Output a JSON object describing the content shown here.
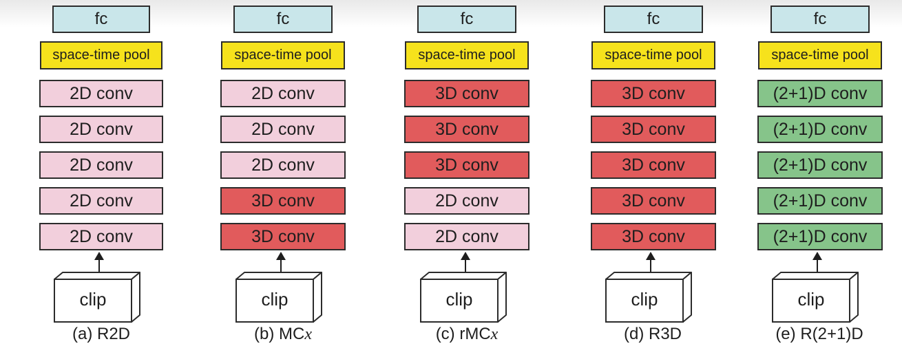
{
  "columns": [
    {
      "fc": "fc",
      "pool": "space-time pool",
      "layers": [
        {
          "label": "2D conv",
          "kind": "2d"
        },
        {
          "label": "2D conv",
          "kind": "2d"
        },
        {
          "label": "2D conv",
          "kind": "2d"
        },
        {
          "label": "2D conv",
          "kind": "2d"
        },
        {
          "label": "2D conv",
          "kind": "2d"
        }
      ],
      "clip": "clip",
      "caption": "(a) R2D",
      "caption_prefix": "(a) R2D",
      "caption_var": ""
    },
    {
      "fc": "fc",
      "pool": "space-time pool",
      "layers": [
        {
          "label": "2D conv",
          "kind": "2d"
        },
        {
          "label": "2D conv",
          "kind": "2d"
        },
        {
          "label": "2D conv",
          "kind": "2d"
        },
        {
          "label": "3D conv",
          "kind": "3d"
        },
        {
          "label": "3D conv",
          "kind": "3d"
        }
      ],
      "clip": "clip",
      "caption": "(b) MCx",
      "caption_prefix": "(b) MC",
      "caption_var": "x"
    },
    {
      "fc": "fc",
      "pool": "space-time pool",
      "layers": [
        {
          "label": "3D conv",
          "kind": "3d"
        },
        {
          "label": "3D conv",
          "kind": "3d"
        },
        {
          "label": "3D conv",
          "kind": "3d"
        },
        {
          "label": "2D conv",
          "kind": "2d"
        },
        {
          "label": "2D conv",
          "kind": "2d"
        }
      ],
      "clip": "clip",
      "caption": "(c) rMCx",
      "caption_prefix": "(c) rMC",
      "caption_var": "x"
    },
    {
      "fc": "fc",
      "pool": "space-time pool",
      "layers": [
        {
          "label": "3D conv",
          "kind": "3d"
        },
        {
          "label": "3D conv",
          "kind": "3d"
        },
        {
          "label": "3D conv",
          "kind": "3d"
        },
        {
          "label": "3D conv",
          "kind": "3d"
        },
        {
          "label": "3D conv",
          "kind": "3d"
        }
      ],
      "clip": "clip",
      "caption": "(d) R3D",
      "caption_prefix": "(d) R3D",
      "caption_var": ""
    },
    {
      "fc": "fc",
      "pool": "space-time pool",
      "layers": [
        {
          "label": "(2+1)D conv",
          "kind": "21d"
        },
        {
          "label": "(2+1)D conv",
          "kind": "21d"
        },
        {
          "label": "(2+1)D conv",
          "kind": "21d"
        },
        {
          "label": "(2+1)D conv",
          "kind": "21d"
        },
        {
          "label": "(2+1)D conv",
          "kind": "21d"
        }
      ],
      "clip": "clip",
      "caption": "(e) R(2+1)D",
      "caption_prefix": "(e) R(2+1)D",
      "caption_var": ""
    }
  ],
  "colors": {
    "fc": "#c9e6ea",
    "pool": "#f6e21c",
    "conv_2d": "#f2cfdc",
    "conv_3d": "#e15b5c",
    "conv_21d": "#86c48a"
  }
}
